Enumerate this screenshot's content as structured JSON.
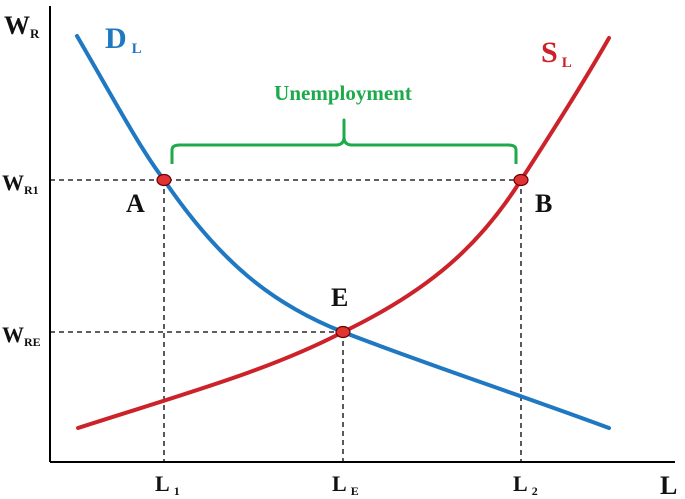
{
  "axes": {
    "y_label": {
      "main": "W",
      "sub": "R"
    },
    "x_label": "L"
  },
  "curves": {
    "demand": {
      "main": "D",
      "sub": "L",
      "color": "#1f78c1"
    },
    "supply": {
      "main": "S",
      "sub": "L",
      "color": "#cc2229"
    }
  },
  "y_ticks": {
    "w_r1": {
      "main": "W",
      "sub": "R1"
    },
    "w_re": {
      "main": "W",
      "sub": "RE"
    }
  },
  "x_ticks": {
    "l1": {
      "main": "L",
      "sub": "1"
    },
    "le": {
      "main": "L",
      "sub": "E"
    },
    "l2": {
      "main": "L",
      "sub": "2"
    }
  },
  "points": {
    "a": "A",
    "b": "B",
    "e": "E"
  },
  "annotation": {
    "text": "Unemployment",
    "color": "#1daa4b"
  },
  "point_color": "#e03333"
}
